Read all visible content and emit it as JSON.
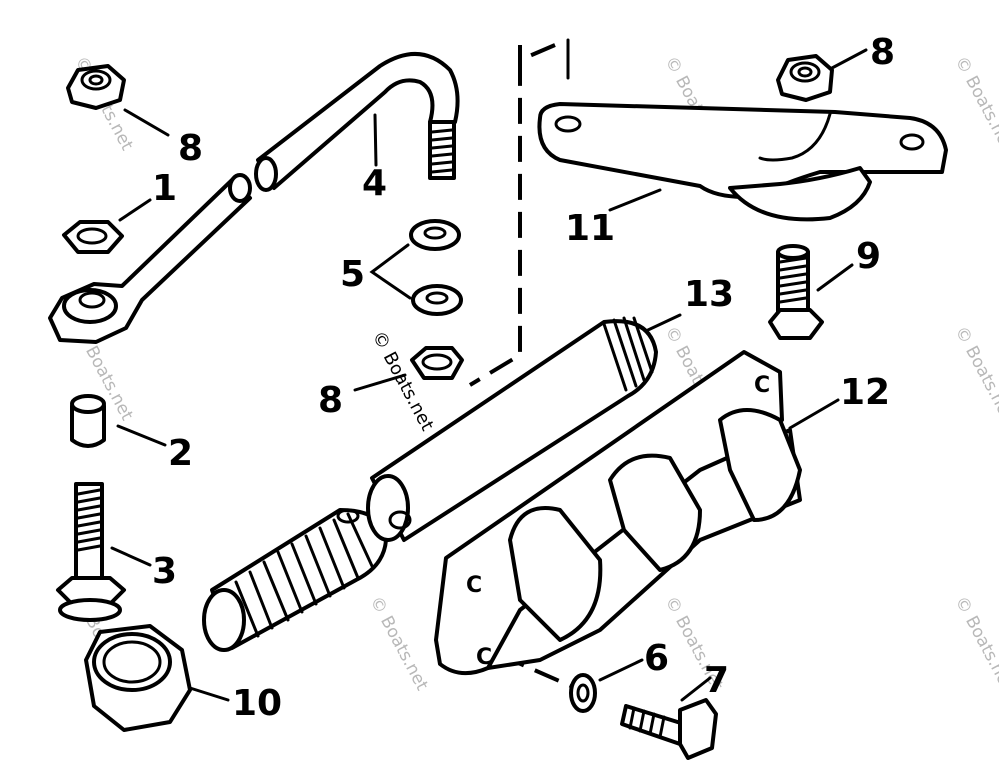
{
  "watermark": "© Boats.net",
  "callouts": {
    "c1": "1",
    "c2": "2",
    "c3": "3",
    "c4": "4",
    "c5": "5",
    "c6": "6",
    "c7": "7",
    "c8a": "8",
    "c8b": "8",
    "c8c": "8",
    "c9": "9",
    "c10": "10",
    "c11": "11",
    "c12": "12",
    "c13": "13"
  },
  "casting_marks": {
    "m1": "C",
    "m2": "C",
    "m3": "C"
  }
}
